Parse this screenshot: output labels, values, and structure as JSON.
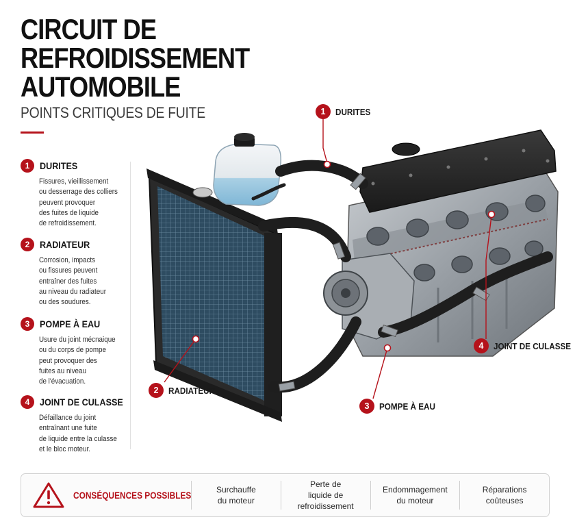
{
  "header": {
    "title_lines": [
      "CIRCUIT DE",
      "REFROIDISSEMENT",
      "AUTOMOBILE"
    ],
    "subtitle": "POINTS CRITIQUES DE FUITE"
  },
  "points": [
    {
      "number": "1",
      "title": "DURITES",
      "description": "Fissures, vieillissement\nou desserrage des colliers\npeuvent provoquer\ndes fuites de liquide\nde refroidissement."
    },
    {
      "number": "2",
      "title": "RADIATEUR",
      "description": "Corrosion, impacts\nou fissures peuvent\nentraîner des fuites\nau niveau du radiateur\nou des soudures."
    },
    {
      "number": "3",
      "title": "POMPE À EAU",
      "description": "Usure du joint mécnaique\nou du corps de pompe\npeut provoquer des\nfuites au niveau\nde l'évacuation."
    },
    {
      "number": "4",
      "title": "JOINT DE CULASSE",
      "description": "Défaillance du joint\nentraînant une fuite\nde liquide entre la culasse\net le bloc moteur."
    }
  ],
  "callouts": [
    {
      "number": "1",
      "label": "DURITES"
    },
    {
      "number": "2",
      "label": "RADIATEUR"
    },
    {
      "number": "3",
      "label": "POMPE À EAU"
    },
    {
      "number": "4",
      "label": "JOINT DE CULASSE"
    }
  ],
  "consequences": {
    "icon": "warning-triangle-icon",
    "title": "CONSÉQUENCES POSSIBLES",
    "items": [
      "Surchauffe\ndu moteur",
      "Perte de\nliquide de refroidissement",
      "Endommagement\ndu moteur",
      "Réparations\ncoûteuses"
    ]
  },
  "colors": {
    "accent": "#b5121b",
    "text": "#1c1c1c",
    "hose": "#1e1e1e",
    "engine": "#9ea3a8",
    "radiator_core": "#34556c"
  }
}
